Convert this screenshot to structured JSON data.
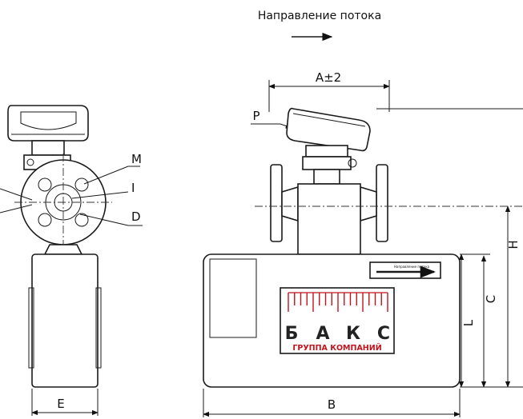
{
  "flow_caption": "Направление потока",
  "dimensions": {
    "a": "A±2",
    "p": "P",
    "m": "M",
    "i": "I",
    "d": "D",
    "e": "E",
    "b": "B",
    "l": "L",
    "c": "C",
    "h": "H"
  },
  "logo": {
    "letters": [
      "Б",
      "А",
      "К",
      "С"
    ],
    "subtitle": "ГРУППА КОМПАНИЙ",
    "accent_color": "#c0141c"
  },
  "plate": {
    "arrow_label": "Направление потока"
  }
}
